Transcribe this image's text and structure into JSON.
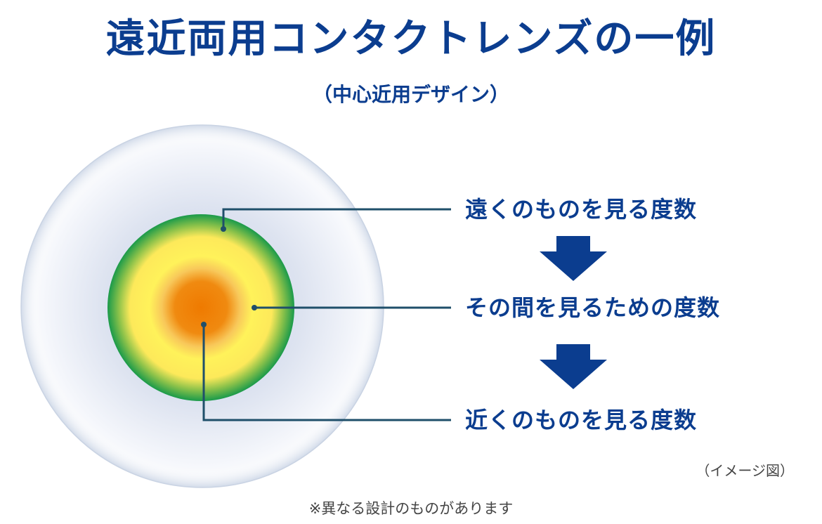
{
  "title": "遠近両用コンタクトレンズの一例",
  "subtitle": "（中心近用デザイン）",
  "zones": {
    "far": {
      "label": "遠くのものを見る度数",
      "color": "#1a9a4a"
    },
    "intermediate": {
      "label": "その間を見るための度数",
      "color": "#fff25a"
    },
    "near": {
      "label": "近くのものを見る度数",
      "color": "#ef7a00"
    }
  },
  "image_note": "（イメージ図）",
  "footnote": "※異なる設計のものがあります",
  "colors": {
    "title": "#0b3d8f",
    "label": "#0b3d8f",
    "arrow": "#0b3d8f",
    "leader_line": "#1f4f6a",
    "note": "#444444"
  },
  "icons": {
    "arrow": "down-arrow-icon"
  }
}
